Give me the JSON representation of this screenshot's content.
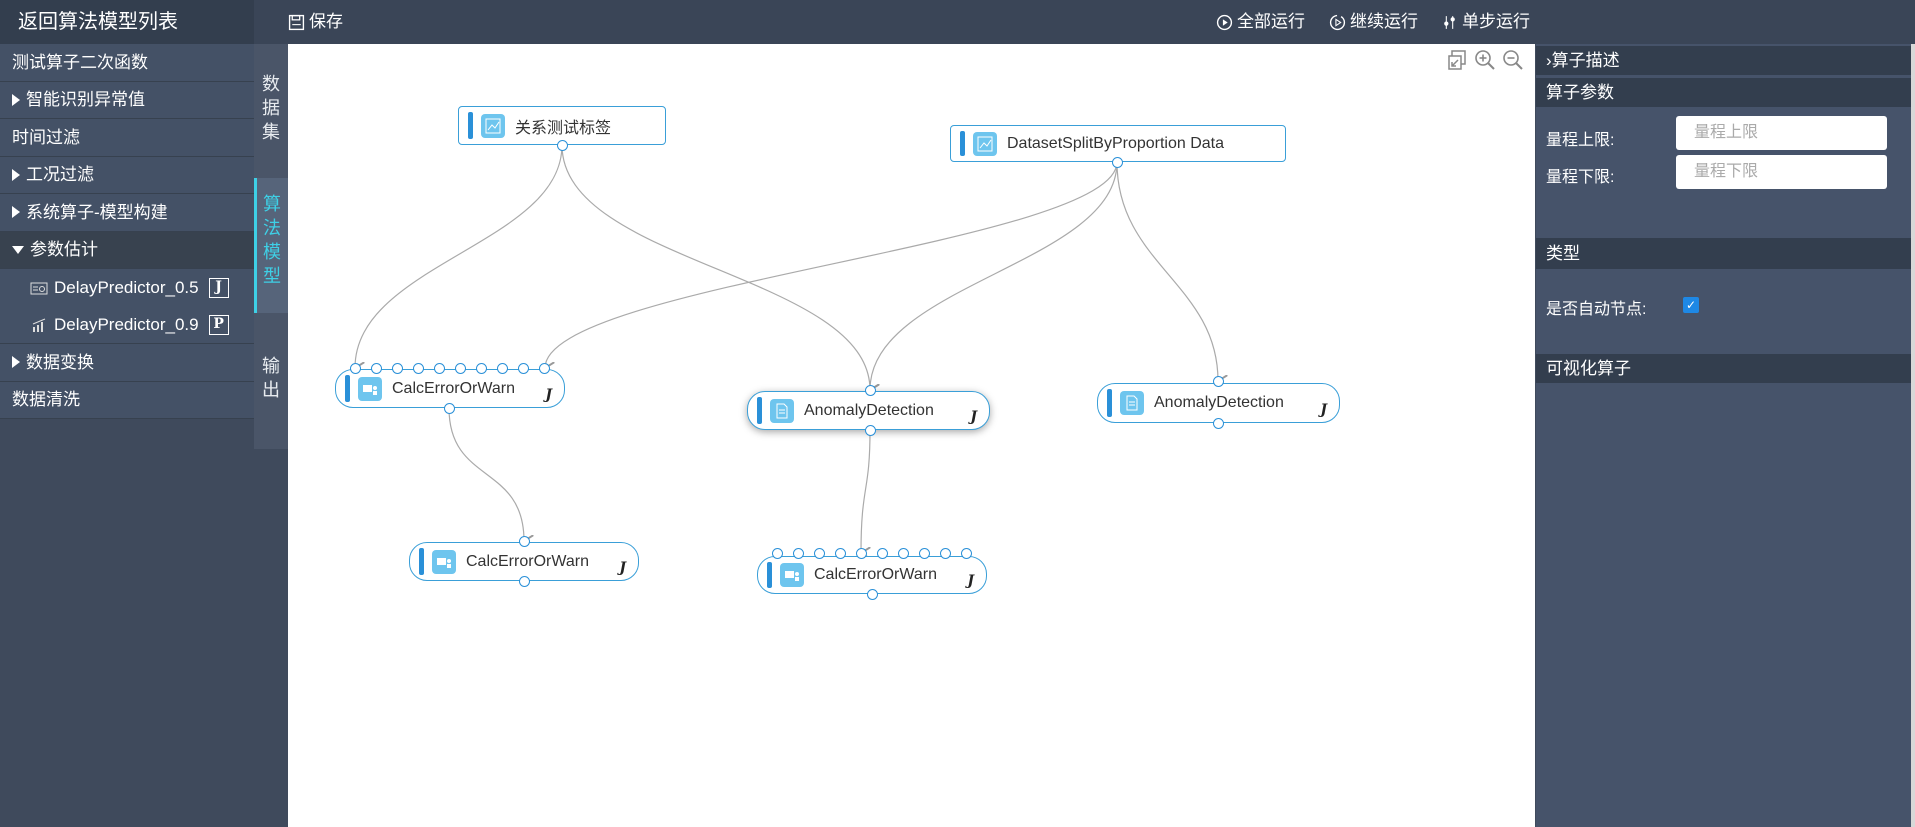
{
  "header": {
    "back_label": "返回算法模型列表",
    "save_label": "保存",
    "run_all_label": "全部运行",
    "continue_label": "继续运行",
    "step_label": "单步运行"
  },
  "sidebar": {
    "items": [
      {
        "label": "测试算子二次函数"
      },
      {
        "label": "智能识别异常值"
      },
      {
        "label": "时间过滤"
      },
      {
        "label": "工况过滤"
      },
      {
        "label": "系统算子-模型构建"
      },
      {
        "label": "参数估计"
      },
      {
        "label": "DelayPredictor_0.5",
        "badge": "J"
      },
      {
        "label": "DelayPredictor_0.9",
        "badge": "P"
      },
      {
        "label": "数据变换"
      },
      {
        "label": "数据清洗"
      }
    ]
  },
  "vtabs": {
    "dataset": "数据集",
    "algorithm": "算法模型",
    "output": "输出"
  },
  "canvas": {
    "nodes": [
      {
        "label": "关系测试标签"
      },
      {
        "label": "DatasetSplitByProportion Data"
      },
      {
        "label": "CalcErrorOrWarn",
        "tag": "J"
      },
      {
        "label": "AnomalyDetection",
        "tag": "J"
      },
      {
        "label": "AnomalyDetection",
        "tag": "J"
      },
      {
        "label": "CalcErrorOrWarn",
        "tag": "J"
      },
      {
        "label": "CalcErrorOrWarn",
        "tag": "J"
      }
    ]
  },
  "right": {
    "desc_header": "›算子描述",
    "params_header": "算子参数",
    "upper_label": "量程上限:",
    "upper_placeholder": "量程上限",
    "lower_label": "量程下限:",
    "lower_placeholder": "量程下限",
    "type_header": "类型",
    "auto_label": "是否自动节点:",
    "auto_checked": true,
    "visual_header": "可视化算子"
  },
  "colors": {
    "accent": "#3ed0e6",
    "node_border": "#3a9fd8",
    "node_icon": "#6ec5ee"
  }
}
